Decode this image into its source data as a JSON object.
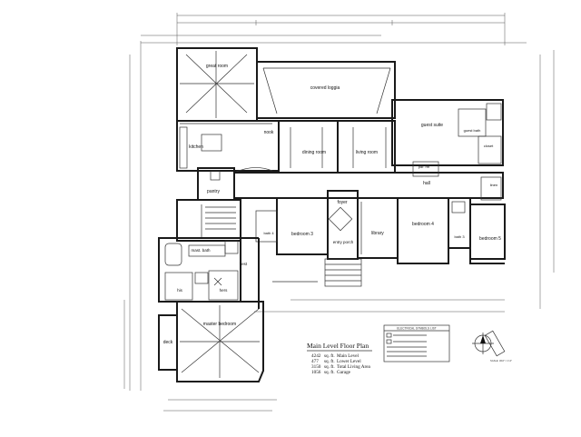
{
  "rooms": {
    "great_room": "great room",
    "covered_loggia": "covered loggia",
    "guest_suite": "guest suite",
    "guest_bath": "guest bath",
    "closet": "closet",
    "kitchen": "kitchen",
    "nook": "nook",
    "dining_room": "dining room",
    "living_room": "living room",
    "pantry": "pantry",
    "pdr_rm": "pdr. rm",
    "hall": "hall",
    "linen": "linen",
    "bedroom_3": "bedroom 3",
    "foyer": "foyer",
    "library": "library",
    "bedroom_4": "bedroom 4",
    "bath_3": "bath 3",
    "bedroom_5": "bedroom 5",
    "bath_4": "bath 4",
    "entry_porch": "entry porch",
    "mast_bath": "mast. bath",
    "vest": "vest",
    "his": "his",
    "hers": "hers",
    "master_bedroom": "master bedroom",
    "deck": "deck"
  },
  "legend": {
    "title": "ELECTRICAL SYMBOLS LIST"
  },
  "plan_title": "Main Level Floor Plan",
  "areas": [
    {
      "value": "4242",
      "unit": "sq. ft.",
      "label": "Main Level"
    },
    {
      "value": "477",
      "unit": "sq. ft.",
      "label": "Lower Level"
    },
    {
      "value": "3150",
      "unit": "sq. ft.",
      "label": "Total Living Area"
    },
    {
      "value": "1056",
      "unit": "sq. ft.",
      "label": "Garage"
    }
  ],
  "scale_note": "SCALE: 3/16\" = 1'-0\""
}
